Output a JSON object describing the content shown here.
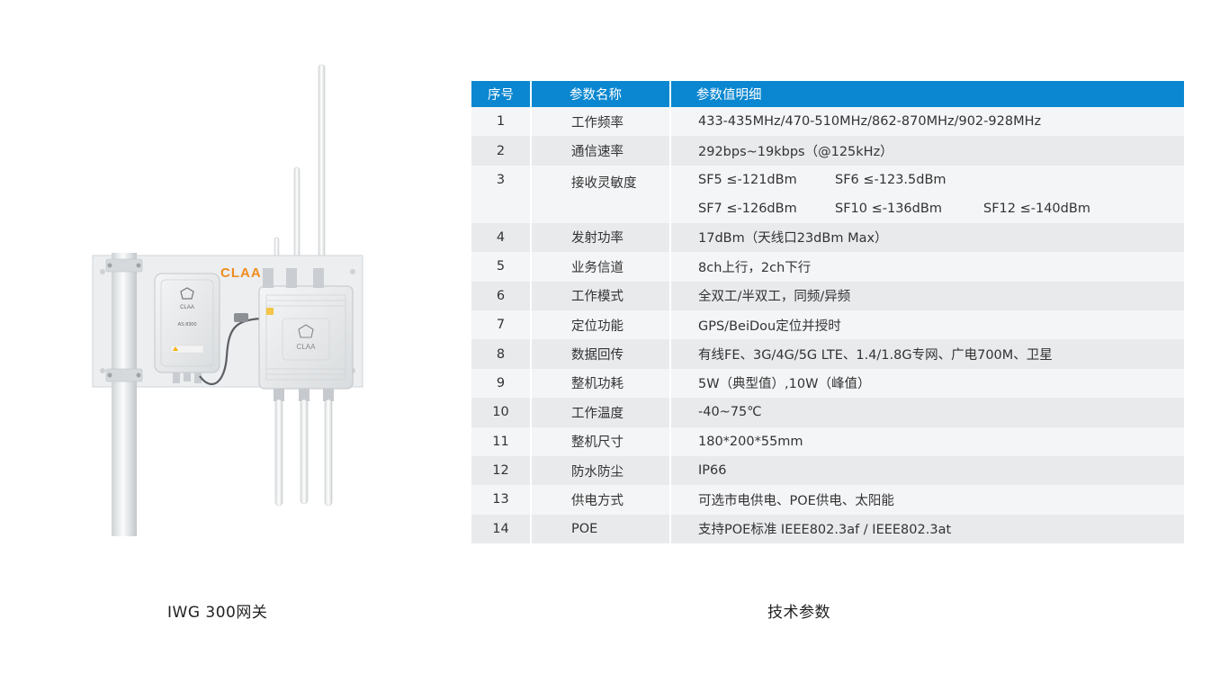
{
  "product": {
    "logo_text": "CLAA",
    "module_logo": "CLAA",
    "module_model": "AS 8300",
    "gateway_logo": "CLAA"
  },
  "captions": {
    "product": "IWG 300网关",
    "specs": "技术参数"
  },
  "table": {
    "headers": [
      "序号",
      "参数名称",
      "参数值明细"
    ],
    "rows": [
      {
        "no": "1",
        "name": "工作频率",
        "value": "433-435MHz/470-510MHz/862-870MHz/902-928MHz"
      },
      {
        "no": "2",
        "name": "通信速率",
        "value": "292bps~19kbps（@125kHz）"
      },
      {
        "no": "3",
        "name": "接收灵敏度",
        "lines": [
          [
            "SF5  ≤-121dBm",
            "SF6  ≤-123.5dBm"
          ],
          [
            "SF7  ≤-126dBm",
            "SF10  ≤-136dBm",
            "SF12  ≤-140dBm"
          ]
        ]
      },
      {
        "no": "4",
        "name": "发射功率",
        "value": "17dBm（天线口23dBm Max）"
      },
      {
        "no": "5",
        "name": "业务信道",
        "value": "8ch上行，2ch下行"
      },
      {
        "no": "6",
        "name": "工作模式",
        "value": "全双工/半双工，同频/异频"
      },
      {
        "no": "7",
        "name": "定位功能",
        "value": "GPS/BeiDou定位并授时"
      },
      {
        "no": "8",
        "name": "数据回传",
        "value": "有线FE、3G/4G/5G LTE、1.4/1.8G专网、广电700M、卫星"
      },
      {
        "no": "9",
        "name": "整机功耗",
        "value": "5W（典型值）,10W（峰值）"
      },
      {
        "no": "10",
        "name": "工作温度",
        "value": "-40~75℃"
      },
      {
        "no": "11",
        "name": "整机尺寸",
        "value": "180*200*55mm"
      },
      {
        "no": "12",
        "name": "防水防尘",
        "value": "IP66"
      },
      {
        "no": "13",
        "name": "供电方式",
        "value": "可选市电供电、POE供电、太阳能"
      },
      {
        "no": "14",
        "name": "POE",
        "value": "支持POE标准 IEEE802.3af / IEEE802.3at"
      }
    ]
  },
  "colors": {
    "header_bg": "#0a87d0",
    "row_light": "#f4f5f7",
    "row_dark": "#e9eaec",
    "logo_orange": "#f08c1e"
  }
}
